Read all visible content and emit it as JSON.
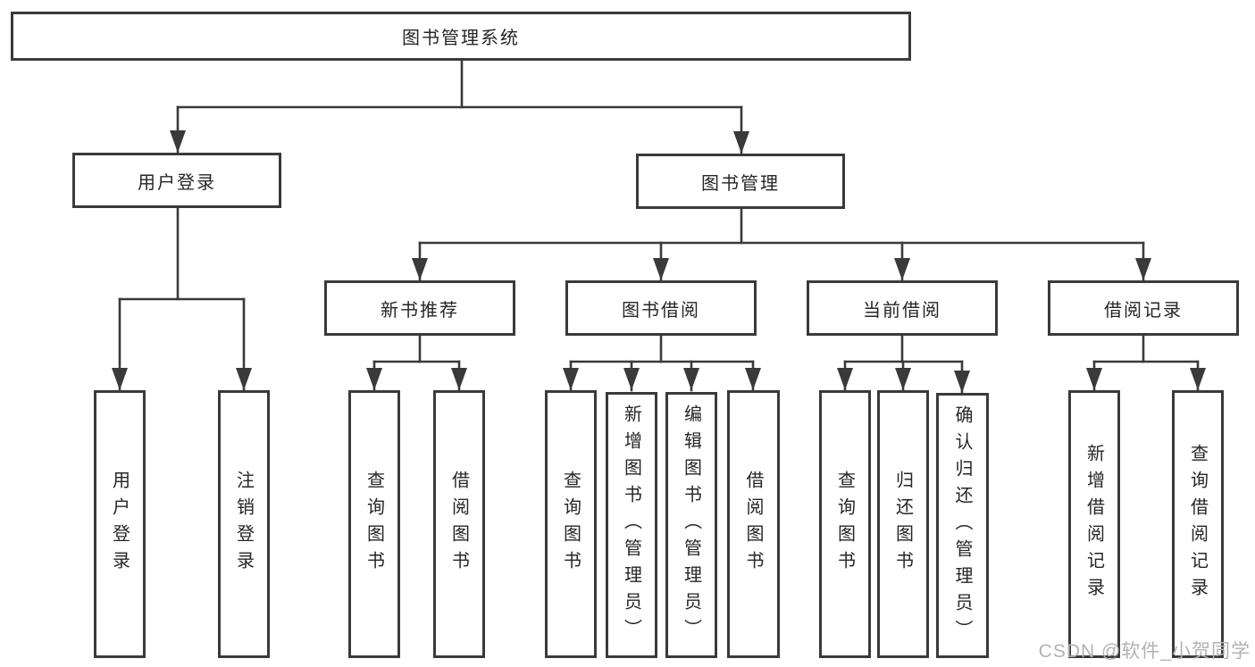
{
  "tree": {
    "label": "图书管理系统",
    "children": [
      {
        "label": "用户登录",
        "children": [
          {
            "label": "用户登录"
          },
          {
            "label": "注销登录"
          }
        ]
      },
      {
        "label": "图书管理",
        "children": [
          {
            "label": "新书推荐",
            "children": [
              {
                "label": "查询图书"
              },
              {
                "label": "借阅图书"
              }
            ]
          },
          {
            "label": "图书借阅",
            "children": [
              {
                "label": "查询图书"
              },
              {
                "label": "新增图书（管理员）"
              },
              {
                "label": "编辑图书（管理员）"
              },
              {
                "label": "借阅图书"
              }
            ]
          },
          {
            "label": "当前借阅",
            "children": [
              {
                "label": "查询图书"
              },
              {
                "label": "归还图书"
              },
              {
                "label": "确认归还（管理员）"
              }
            ]
          },
          {
            "label": "借阅记录",
            "children": [
              {
                "label": "新增借阅记录"
              },
              {
                "label": "查询借阅记录"
              }
            ]
          }
        ]
      }
    ]
  },
  "watermark": {
    "text": "CSDN @软件_小贺同学"
  },
  "colors": {
    "line": "#3a3a3a",
    "box_border": "#3a3a3a",
    "watermark": "#b2b2b6"
  }
}
